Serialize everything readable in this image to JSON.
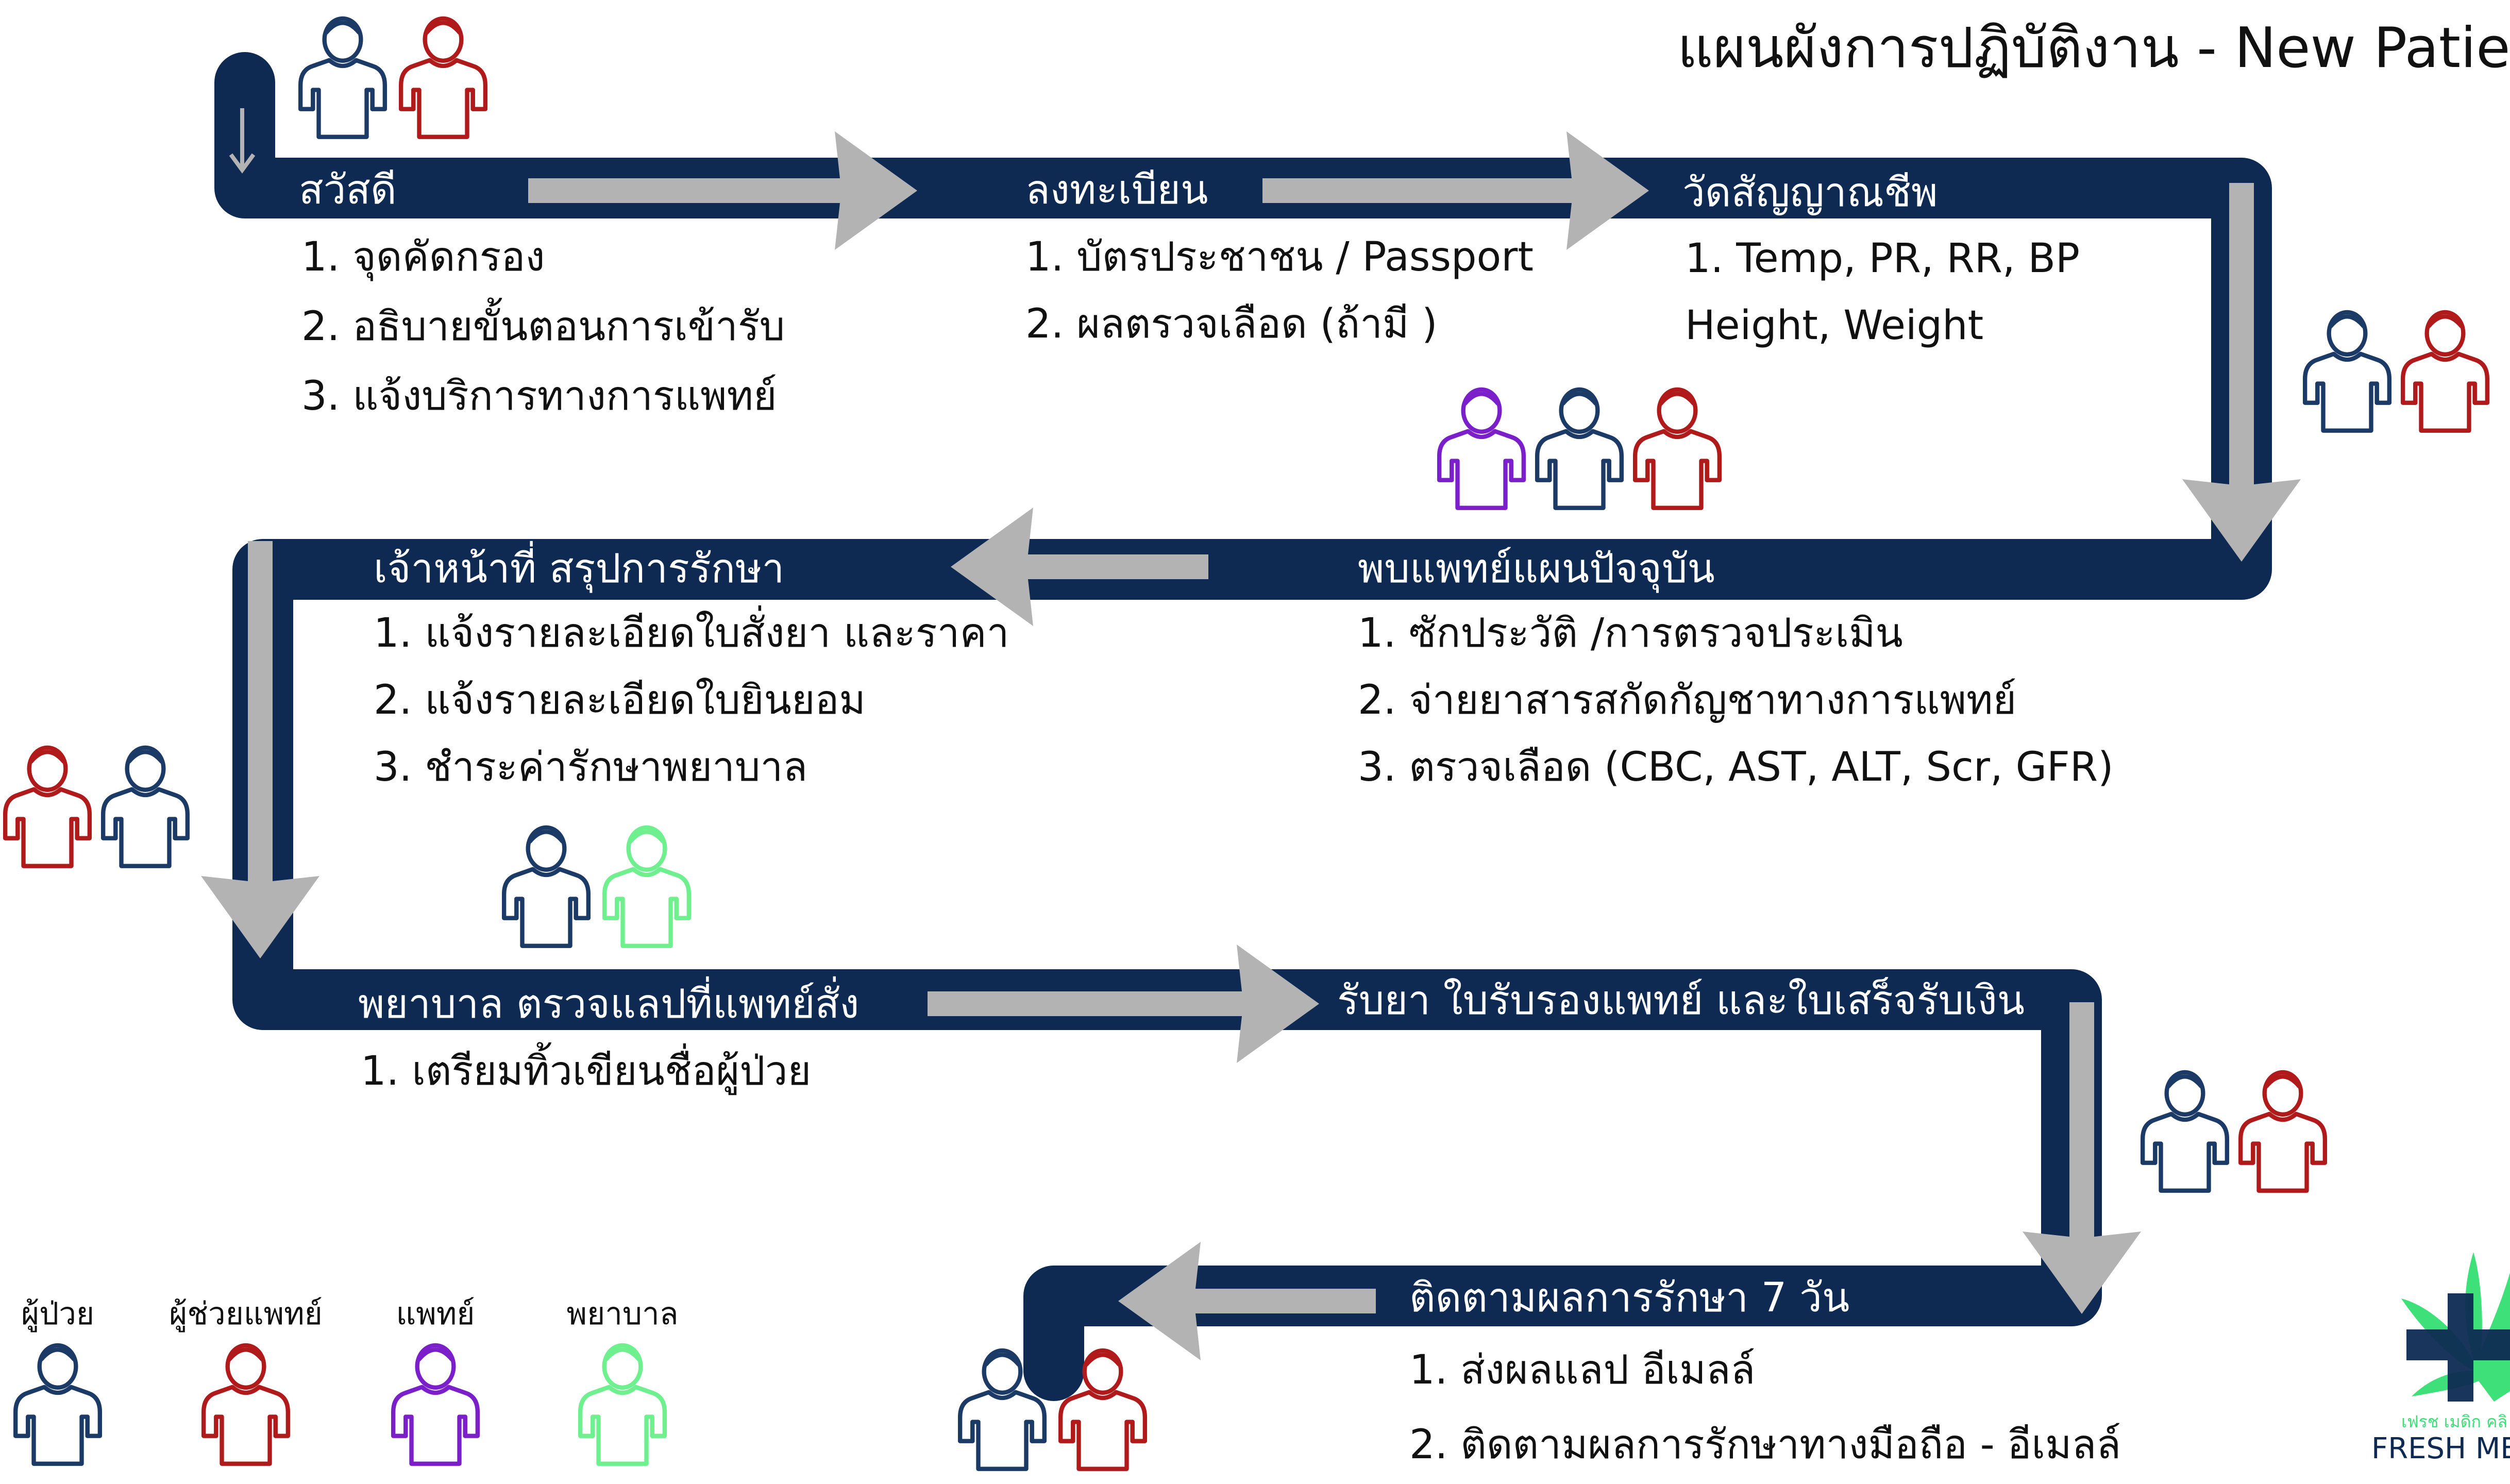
{
  "title": "แผนผังการปฏิบัติงาน - New Patie",
  "colors": {
    "path": "#0e2a52",
    "arrow": "#b3b3b3",
    "label": "#ffffff",
    "text": "#111111",
    "patient": "#1b3a66",
    "assistant": "#b01a1a",
    "doctor": "#7a1fc9",
    "nurse": "#6ef08e",
    "logo_green": "#3ee07a",
    "logo_navy": "#0e2a52"
  },
  "steps": [
    {
      "label": "สวัสดี",
      "items": [
        "1. จุดคัดกรอง",
        "2. อธิบายขั้นตอนการเข้ารับ",
        "3. แจ้งบริการทางการแพทย์"
      ]
    },
    {
      "label": "ลงทะเบียน",
      "items": [
        "1. บัตรประชาชน / Passport",
        "2. ผลตรวจเลือด (ถ้ามี )"
      ]
    },
    {
      "label": "วัดสัญญาณชีพ",
      "items": [
        "1. Temp, PR, RR, BP",
        "Height, Weight"
      ]
    },
    {
      "label": "พบแพทย์แผนปัจจุบัน",
      "items": [
        "1. ซักประวัติ /การตรวจประเมิน",
        "2. จ่ายยาสารสกัดกัญชาทางการแพทย์",
        "3. ตรวจเลือด (CBC, AST, ALT, Scr, GFR)"
      ]
    },
    {
      "label": "เจ้าหน้าที่ สรุปการรักษา",
      "items": [
        "1. แจ้งรายละเอียดใบสั่งยา และราคา",
        "2. แจ้งรายละเอียดใบยินยอม",
        "3. ชำระค่ารักษาพยาบาล"
      ]
    },
    {
      "label": "พยาบาล ตรวจแลปที่แพทย์สั่ง",
      "items": [
        "1. เตรียมทิ้วเขียนชื่อผู้ป่วย"
      ]
    },
    {
      "label": "รับยา ใบรับรองแพทย์ และใบเสร็จรับเงิน",
      "items": []
    },
    {
      "label": "ติดตามผลการรักษา 7 วัน",
      "items": [
        "1. ส่งผลแลป อีเมลล์",
        "2. ติดตามผลการรักษาทางมือถือ - อีเมลล์"
      ]
    }
  ],
  "legend": [
    {
      "label": "ผู้ป่วย",
      "role": "patient"
    },
    {
      "label": "ผู้ช่วยแพทย์",
      "role": "assistant"
    },
    {
      "label": "แพทย์",
      "role": "doctor"
    },
    {
      "label": "พยาบาล",
      "role": "nurse"
    }
  ],
  "logo": {
    "thai": "เฟรช เมดิก คลิ",
    "name": "FRESH ME"
  }
}
